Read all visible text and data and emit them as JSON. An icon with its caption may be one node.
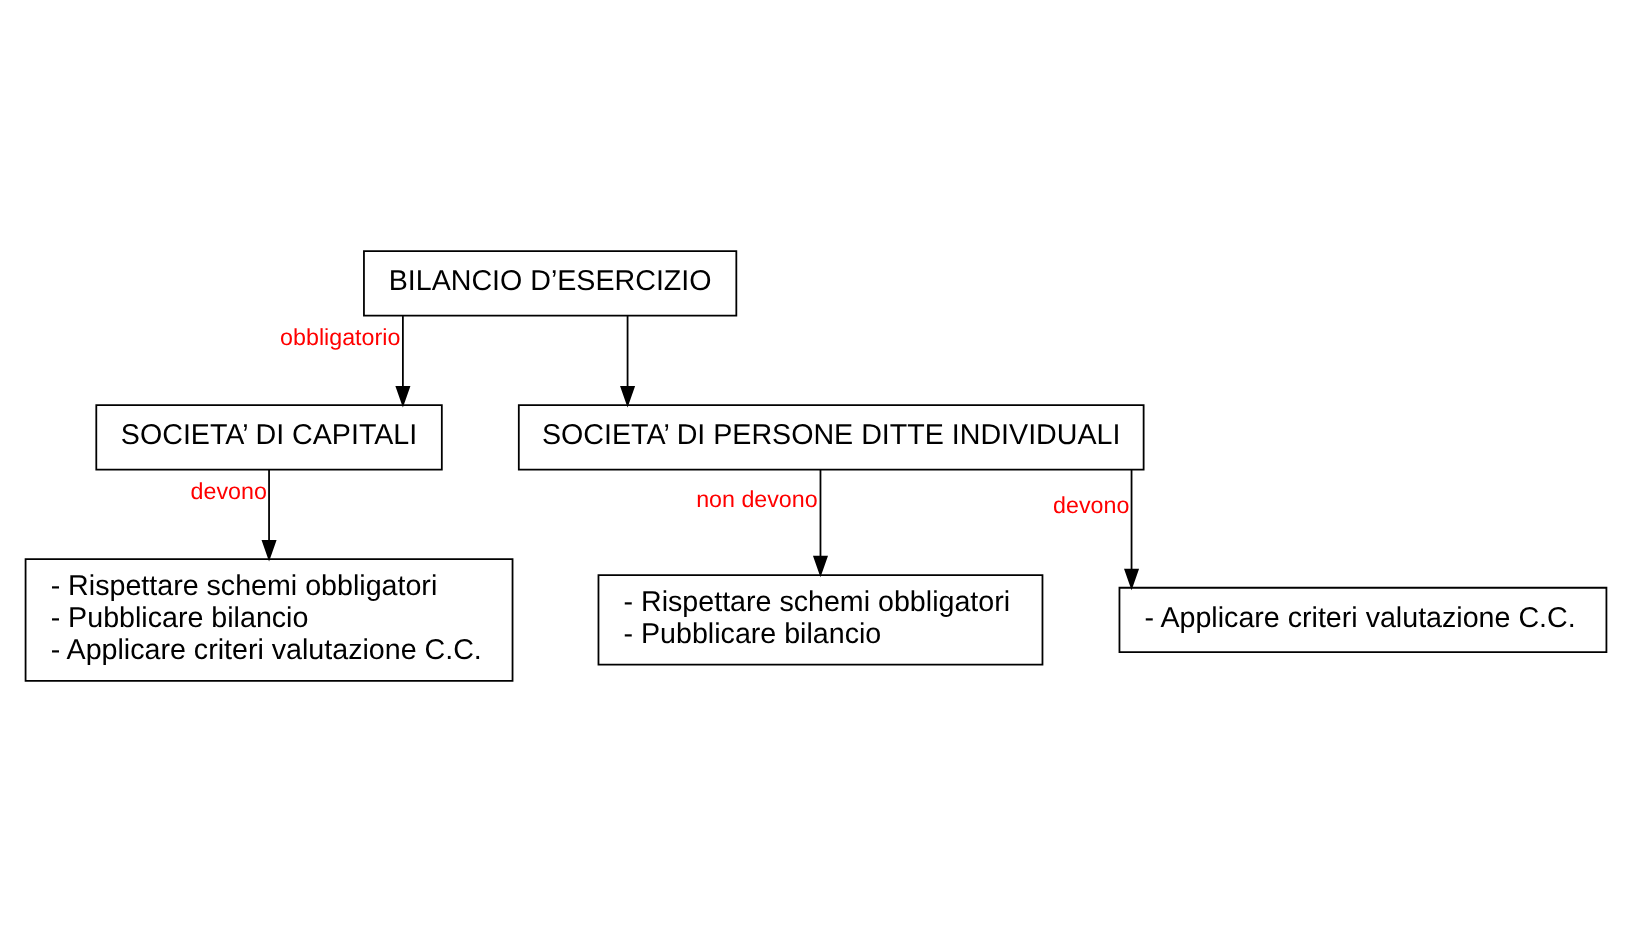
{
  "diagram": {
    "nodes": [
      {
        "text": [
          "BILANCIO D’ESERCIZIO"
        ]
      },
      {
        "text": [
          "SOCIETA’ DI CAPITALI"
        ]
      },
      {
        "text": [
          "SOCIETA’ DI PERSONE DITTE INDIVIDUALI"
        ]
      },
      {
        "text": [
          "- Rispettare schemi obbligatori",
          "- Pubblicare bilancio",
          "- Applicare criteri valutazione C.C."
        ]
      },
      {
        "text": [
          "- Rispettare schemi obbligatori",
          "- Pubblicare bilancio"
        ]
      },
      {
        "text": [
          "- Applicare criteri valutazione C.C."
        ]
      }
    ],
    "edges": [
      {
        "from": 0,
        "to": 1,
        "arrow": "to",
        "label": "obbligatorio"
      },
      {
        "from": 0,
        "to": 2,
        "arrow": "to"
      },
      {
        "from": 1,
        "to": 3,
        "arrow": "to",
        "label": "devono"
      },
      {
        "from": 2,
        "to": 4,
        "arrow": "to",
        "label": "non devono"
      },
      {
        "from": 2,
        "to": 5,
        "arrow": "to",
        "label": "devono"
      }
    ]
  }
}
